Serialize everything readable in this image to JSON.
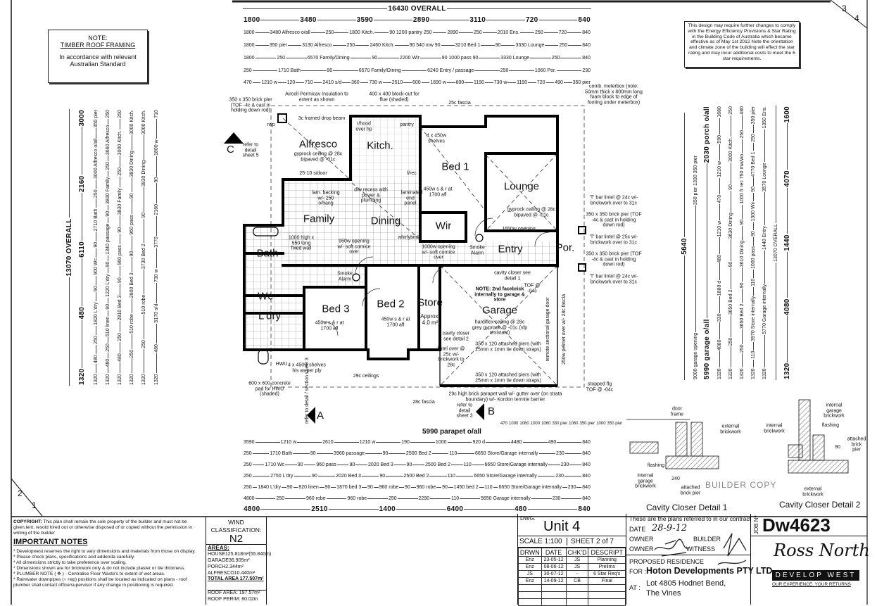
{
  "corner_marks": {
    "top_right": [
      "3",
      "4"
    ],
    "bottom_left": [
      "2",
      "1"
    ]
  },
  "roof_note": {
    "title": "NOTE:",
    "subtitle": "TIMBER ROOF FRAMING",
    "body": "In accordance with relevant Australian Standard"
  },
  "energy_note": {
    "text": "This design may require further changes to comply with the Energy Efficiency Provisions & Star Rating in the Building Code of Australia which became effective as of May 1st 2012 Note the orientation and climate zone of the building will effect the star rating and may incur additional costs to meet the 6 star requirements."
  },
  "top_dims": [
    [
      "16430 OVERALL"
    ],
    [
      "1800",
      "3480",
      "3590",
      "2890",
      "3110",
      "720",
      "840"
    ],
    [
      "1800",
      "3480 Alfresco o/all",
      "250",
      "1800 Kitch.",
      "90 1200 pantry 250",
      "2890",
      "250",
      "2010 Ens.",
      "250",
      "720",
      "840"
    ],
    [
      "1800",
      "350 pier",
      "3130 Alfresco",
      "250",
      "2460 Kitch.",
      "90 540 mw 90",
      "3210 Bed 1",
      "90",
      "3330 Lounge",
      "250",
      "840"
    ],
    [
      "1800",
      "250",
      "6570 Family/Dining",
      "90",
      "2200 Wir",
      "90 1000 pass 90",
      "3330 Lounge",
      "250",
      "840"
    ],
    [
      "250",
      "1710 Bath",
      "90",
      "6570 Family/Dining",
      "6240 Entry / passage",
      "250",
      "1060 Por.",
      "230"
    ],
    [
      "470",
      "1210 w",
      "120",
      "710",
      "2410 s/d",
      "360",
      "730 w",
      "2510",
      "600",
      "1690 w",
      "600",
      "1190",
      "730 w",
      "1190",
      "720",
      "490",
      "350 pier"
    ]
  ],
  "bottom_dims": [
    [
      "470",
      "1000",
      "1060",
      "1000",
      "1060",
      "330 pier",
      "1060",
      "350 pier",
      "1000",
      "350 pier"
    ],
    [
      "3590",
      "1210 w",
      "2610",
      "1210 w",
      "190",
      "1000",
      "920 d",
      "4480",
      "490",
      "840"
    ],
    [
      "250",
      "1710 Bath",
      "90",
      "3960 passage",
      "90",
      "2500 Bed 2",
      "110",
      "6650 Store/Garage internally",
      "230",
      "840"
    ],
    [
      "250",
      "1710 Wc",
      "90",
      "960 pass",
      "90",
      "2020 Bed 3",
      "90",
      "2500 Bed 2",
      "110",
      "6650 Store/Garage internally",
      "230",
      "840"
    ],
    [
      "250",
      "2750 L'dry",
      "90",
      "2020 Bed 3",
      "90",
      "2500 Bed 2",
      "110",
      "6650 Store/Garage internally",
      "230",
      "840"
    ],
    [
      "250",
      "1840 L'dry",
      "90",
      "820 linen",
      "90",
      "1870 bed 3",
      "90",
      "960 robe",
      "90",
      "960 robe",
      "90",
      "1450 bed 2",
      "110",
      "6650 Store/Garage internally",
      "230",
      "840"
    ],
    [
      "4800",
      "250",
      "960 robe",
      "960 robe",
      "250",
      "2290",
      "110",
      "5650 Garage internally",
      "230",
      "840"
    ],
    [
      "4800",
      "2510",
      "1400",
      "6400",
      "480",
      "840"
    ]
  ],
  "parapet_label": "5990 parapet o/all",
  "left_dims": [
    [
      "13070 OVERALL"
    ],
    [
      "1320",
      "480",
      "6110",
      "2160",
      "3000"
    ],
    [
      "1320",
      "480",
      "250",
      "1820 L'dry",
      "90",
      "900 Wc",
      "90",
      "2710 Bath",
      "250",
      "3000 Alfresco o/all",
      "350 pier"
    ],
    [
      "1320",
      "480",
      "250",
      "510 linen",
      "90",
      "1220 L'dry",
      "90",
      "1340 passage",
      "90",
      "3830 Family",
      "250",
      "3660 Alfresco",
      "250"
    ],
    [
      "1320",
      "480",
      "250",
      "2810 Bed 3",
      "90",
      "960 pass",
      "90",
      "3830 Family",
      "250",
      "3000 Kitch.",
      "250"
    ],
    [
      "1320",
      "250",
      "510 robe",
      "2800 Bed 3",
      "90",
      "960 pass",
      "90",
      "3830 Dining",
      "3000 Kitch."
    ],
    [
      "1320",
      "250",
      "510 robe",
      "3730 Bed 2",
      "90",
      "3830 Dining",
      "3000 Kitch."
    ],
    [
      "1320",
      "480",
      "5170 s/d",
      "730 w",
      "3770",
      "2160",
      "90",
      "1800 w",
      "710"
    ]
  ],
  "right_dims": [
    [
      "5640"
    ],
    [
      "9000 garage opening",
      "350 pier 1330 350 pier"
    ],
    [
      "5990 garage o/all",
      "2030 porch o/all"
    ],
    [
      "1320",
      "4080",
      "330",
      "1880 d",
      "480",
      "1210 w",
      "470",
      "1210 w",
      "590",
      "1680"
    ],
    [
      "1320",
      "250",
      "3650 Bed 2",
      "90",
      "3630 Dining",
      "90",
      "3000 Kitch.",
      "250"
    ],
    [
      "1320",
      "250",
      "3650 Bed 2",
      "90",
      "3610 Dining",
      "90",
      "1000 fr rec 750 mw/wo",
      "250",
      "480"
    ],
    [
      "1320",
      "110",
      "3970 Store internally",
      "110",
      "1000 pass",
      "90",
      "1300 Wir",
      "90",
      "4770 Bed 1",
      "250",
      "350 pier"
    ],
    [
      "1320",
      "5770 Garage internally",
      "1440 Entry",
      "3570 Lounge",
      "1350 Ens."
    ],
    [
      "13070 OVERALL"
    ],
    [
      "1320",
      "4080",
      "1440",
      "4070",
      "1600"
    ]
  ],
  "rooms": {
    "alfresco": "Alfresco",
    "kitchen": "Kitch.",
    "bed1": "Bed 1",
    "lounge": "Lounge",
    "family": "Family",
    "dining": "Dining",
    "wir": "Wir",
    "bath": "Bath",
    "entry": "Entry",
    "porch": "Por.",
    "wc": "Wc",
    "laundry": "L'dry",
    "bed3": "Bed 3",
    "bed2": "Bed 2",
    "store": "Store",
    "store_area": "Approx. 4.0 m²",
    "garage": "Garage"
  },
  "plan_notes": {
    "alfresco_ceiling": "gyprock ceiling @ 28c bipaved @ -01c",
    "lounge_ceiling": "gyprock ceiling @ 28c bipaved @ -01c",
    "bed1_window": "450w s & r at 1700 afl",
    "bed2_window": "450w s & r at 1700 afl",
    "bed3_window": "450w s & r at 1700 afl",
    "garage_ceiling": "hardiflex ceiling @ 28c grey gyprock @ -01c (sfp resistant)",
    "garage_note": "NOTE: 2nd facebrick internally to garage & store",
    "cavity1": "cavity closer see detail 1",
    "cavity2": "cavity closer see detail 2",
    "smoke1": "Smoke Alarm",
    "smoke2": "Smoke Alarm",
    "piers1": "350 x 120 attached piers (with 25mm x 1mm tie down straps)",
    "piers2": "350 x 120 attached piers (with 25mm x 1mm tie down straps)",
    "parapet": "29c high brick parapet wall w/- gutter over (on strata boundary) w/- Kordon termite barrier",
    "garage_door": "remote sectional garage door",
    "pelmet": "250w pelmet over w/- 28c fascia",
    "tof": "TOF @ -04c",
    "lintel": "lintel over @ 25c w/- brickwork to 28c",
    "drop_beam": "3c framed drop beam",
    "sliding_door": "25-10 s/door",
    "fixed_wall": "1000 high x 550 long fixed wall",
    "opening1": "950w opening w/- soft cornice over",
    "opening2": "1000w opening w/- soft cornice over",
    "opening3": "1650w opening",
    "lam_backing": "lam. backing w/- 250 o/hang",
    "dw_recess": "d/w recess with power & plumbing",
    "whirlybird": "whirlybird",
    "laminated": "laminated end panel",
    "shelves": "4 x 450w shelves",
    "rangehood": "r/hood over hp",
    "pantry": "pantry",
    "fridge": "f/rec",
    "ceilings": "29c ceilings",
    "fascia": "25c fascia",
    "fascia2": "28c fascia"
  },
  "callouts": {
    "pier_left": "350 x 350 brick pier (TOF -4c & cast in holding down rod)",
    "insulation": "Aircell Permicav Insulation to extent as shown",
    "flue": "400 x 400 block-out for flue (shaded)",
    "meterbox": "comb. meterbox (note: 50mm thick x 800mm long foam block to edge of footing under meterbox)",
    "tbar1": "'T' bar lintel @ 24c w/- brickwork over to 31c",
    "pier_r1": "350 x 350 brick pier (TOF -4c & cast in holding down rod)",
    "tbar2": "'T' bar lintel @ 25c w/- brickwork over to 31c",
    "pier_r2": "350 x 350 brick pier (TOF -4c & cast in holding down rod)",
    "tbar3": "'T' bar lintel @ 24c w/- brickwork over to 31c",
    "hwu_pad": "600 x 600 concrete pad for HWU (shaded)",
    "hwu": "HWU",
    "his_shelves": "4 x 450w shelves his as per ply",
    "stopped": "stopped flg TOF @ -04c",
    "rwp": "rwp",
    "section_c": "C",
    "section_c_ref": "refer to detail sheet 5",
    "section_a": "A",
    "section_a_ref": "refer to detail / section sheet 3",
    "section_b": "B",
    "section_b_ref": "refer to detail sheet 3"
  },
  "details": {
    "d1_title": "Cavity Closer Detail 1",
    "d2_title": "Cavity Closer Detail 2",
    "door_frame": "door frame",
    "ext_brick1": "external brickwork",
    "flashing1": "flashing",
    "int_garage1": "internal garage brickwork",
    "pier1": "attached brick pier",
    "dim240": "240",
    "int_brick2": "internal brickwork",
    "int_garage2": "internal garage brickwork",
    "flashing2": "flashing",
    "pier2": "attached brick pier",
    "ext_brick2": "external brickwork",
    "dim2": "90",
    "stamp": "BUILDER COPY"
  },
  "title_block": {
    "copyright_label": "COPYRIGHT:",
    "copyright": "This plan shall remain the sole property of the builder and must not be given,lent, resold hired out or otherwise disposed of or copied without the permission in writing of the builder",
    "notes_heading": "IMPORTANT NOTES",
    "notes": [
      "* Developwest reserves the right to vary dimensions and materials from those on display.",
      "* Please check plans, specifications and addenda carefully.",
      "* All dimensions strictly to take preference over scaling.",
      "* Dimensions shown are for brickwork only & do not include plaster or tile thickness.",
      "* PLUMBER NOTE ( ✥ ) - Centralise Floor Waste's to extent of wet areas.",
      "* Rainwater downpipes (○ rwp) positions shall be located as indicated on plans - roof plumber shall contact office/supervisor if any change in positioning is required."
    ],
    "wind_label": "WIND CLASSIFICATION:",
    "wind_value": "N2",
    "areas_heading": "AREAS:",
    "areas": [
      "HOUSE125.818m²(55.840m)",
      "GARAGE36.905m²",
      "PORCH2.344m²",
      "ALFRESCO10.440m²"
    ],
    "total_area": "TOTAL AREA 177.507m²",
    "roof_area": "ROOF AREA: 197.57m²",
    "roof_perim": "ROOF PERIM: 80.02m",
    "dwg_label": "DWG.",
    "dwg_value": "Unit 4",
    "scale": "SCALE 1:100",
    "sheet": "SHEET 2 of 7",
    "history_headers": [
      "DRWN",
      "DATE",
      "CHK'D",
      "DESCRIPT"
    ],
    "history": [
      [
        "Enz",
        "23-05-12",
        "JS",
        "Planning"
      ],
      [
        "Enz",
        "08-06-12",
        "JS",
        "Prelims"
      ],
      [
        "JS",
        "30-07-12",
        "-",
        "6 Star Req's"
      ],
      [
        "Enz",
        "14-09-12",
        "CB",
        "Final"
      ]
    ],
    "contract_text": "These are the plans referred to in our contract",
    "date_label": "DATE",
    "date_value": "28-9-12",
    "owner_label": "OWNER",
    "builder_label": "BUILDER",
    "owner2_label": "OWNER",
    "witness_label": "WITNESS",
    "proposed": "PROPOSED RESIDENCE",
    "for_label": "FOR :",
    "client": "Hoton Developments PTY LTD",
    "at_label": "AT :",
    "address1": "Lot 4805 Hodnet Bend,",
    "address2": "The Vines",
    "job_label": "JOB Nº",
    "job_number": "Dw4623",
    "logo_script": "Ross North",
    "logo_band": "DEVELOP WEST",
    "logo_tagline": "OUR EXPERIENCE. YOUR RETURNS"
  }
}
